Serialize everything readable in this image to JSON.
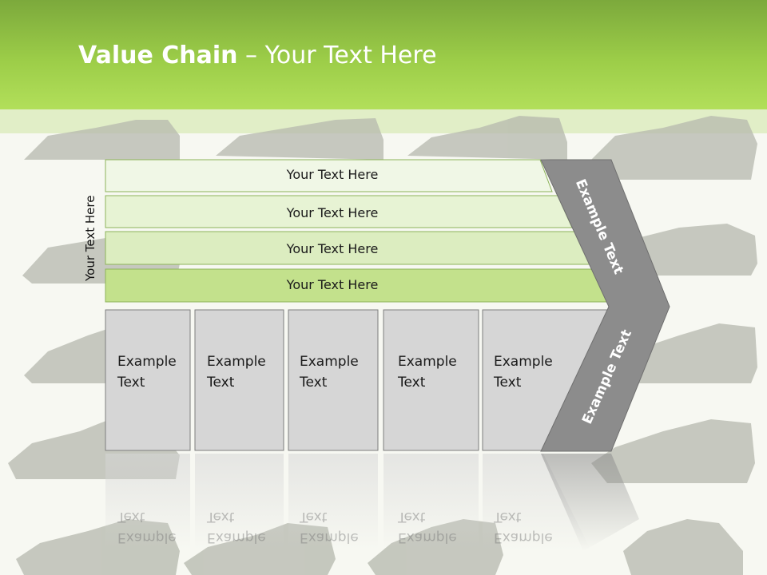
{
  "slide": {
    "title_bold": "Value Chain",
    "title_rest": " – Your Text Here",
    "vertical_label": "Your Text Here",
    "bars": [
      "Your Text Here",
      "Your Text Here",
      "Your Text Here",
      "Your Text Here"
    ],
    "boxes": [
      {
        "line1": "Example",
        "line2": "Text"
      },
      {
        "line1": "Example",
        "line2": "Text"
      },
      {
        "line1": "Example",
        "line2": "Text"
      },
      {
        "line1": "Example",
        "line2": "Text"
      },
      {
        "line1": "Example",
        "line2": "Text"
      }
    ],
    "chevron_top": "Example Text",
    "chevron_bottom": "Example Text"
  },
  "colors": {
    "header_green": "#9ccd48",
    "bar_lightest": "#f0f7e6",
    "bar_darkest": "#c3e18c",
    "box_gray": "#d6d6d6",
    "chevron_gray": "#8c8c8c"
  },
  "icons": [
    "shoe-silhouette-background"
  ]
}
